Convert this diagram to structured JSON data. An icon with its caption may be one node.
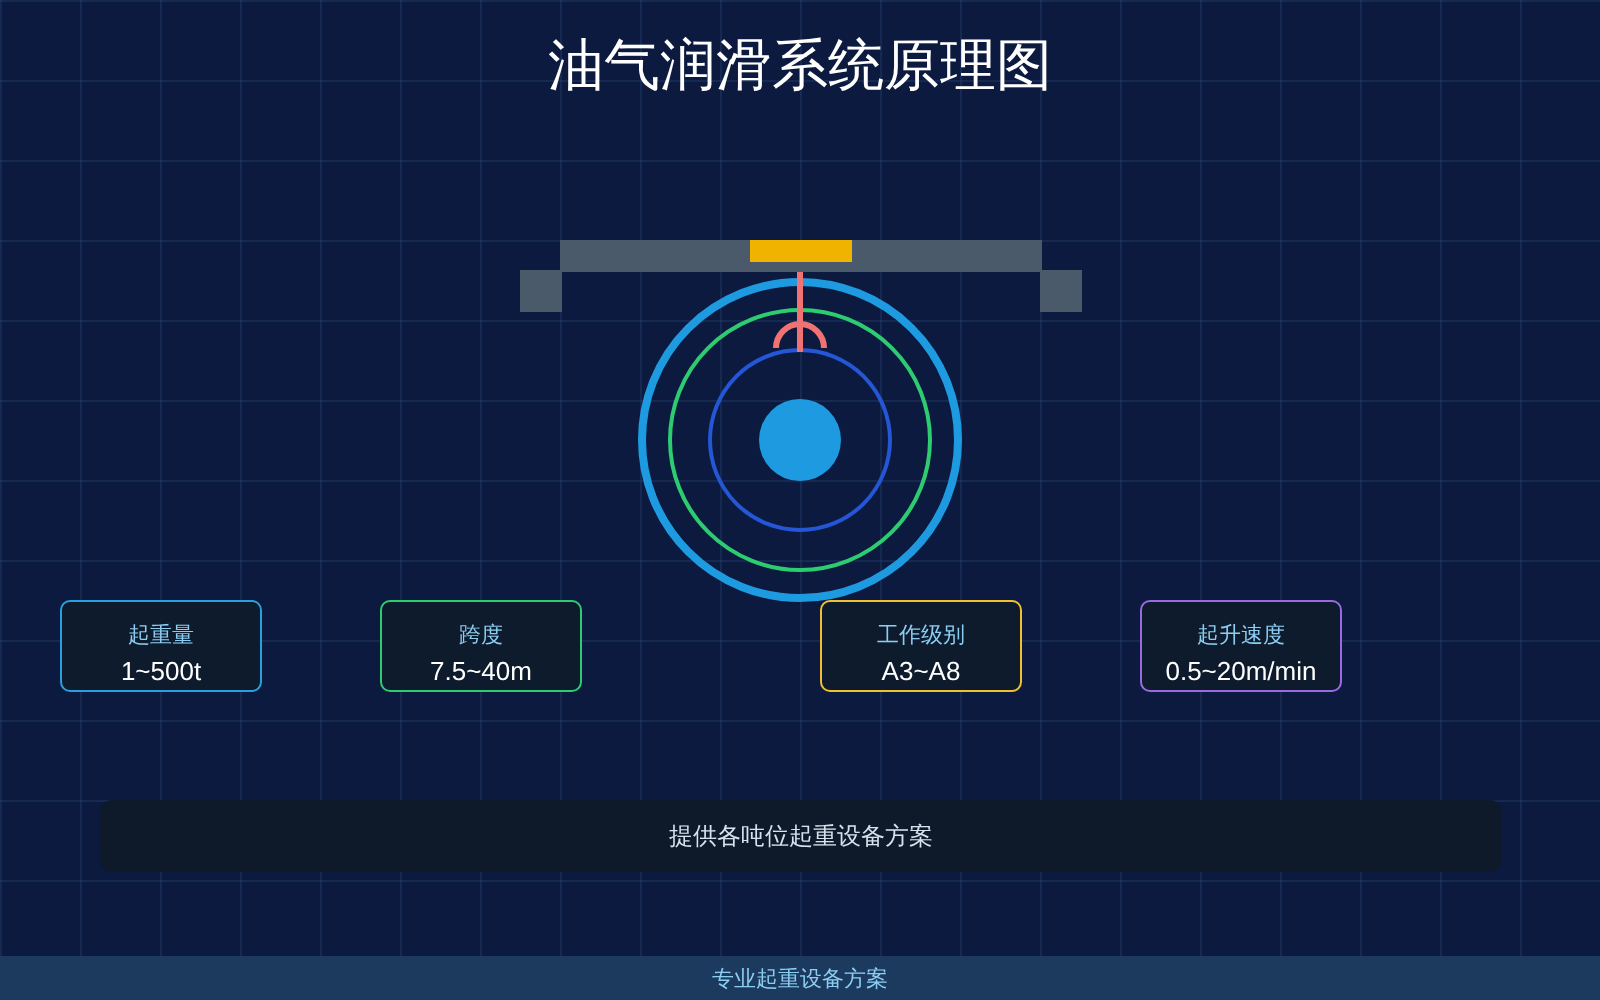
{
  "diagram": {
    "title": "油气润滑系统原理图",
    "nodes": [
      {
        "text": [
          "起重量",
          "1~500t"
        ]
      },
      {
        "text": [
          "跨度",
          "7.5~40m"
        ]
      },
      {
        "text": [
          "工作级别",
          "A3~A8"
        ]
      },
      {
        "text": [
          "起升速度",
          "0.5~20m/min"
        ]
      },
      {
        "text": [
          "提供各吨位起重设备方案"
        ]
      },
      {
        "text": [
          "专业起重设备方案"
        ]
      }
    ]
  }
}
